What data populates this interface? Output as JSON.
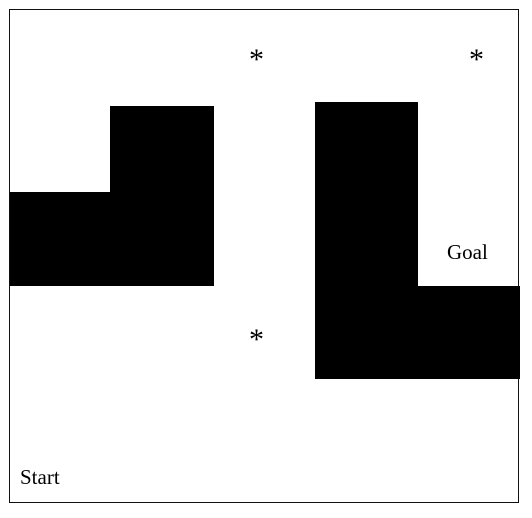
{
  "grid": {
    "cols": 5,
    "rows": 5,
    "colors": {
      "wall": "#000000",
      "free": "#ffffff",
      "border": "#111111"
    },
    "walls": [
      [
        1,
        1
      ],
      [
        0,
        2
      ],
      [
        1,
        2
      ],
      [
        3,
        1
      ],
      [
        3,
        2
      ],
      [
        3,
        3
      ],
      [
        4,
        3
      ]
    ],
    "markers": [
      {
        "label": "*",
        "col": 2,
        "row": 0,
        "icon": "asterisk-icon"
      },
      {
        "label": "*",
        "col": 4,
        "row": 0,
        "icon": "asterisk-icon"
      },
      {
        "label": "*",
        "col": 2,
        "row": 3,
        "icon": "asterisk-icon"
      }
    ],
    "goal": {
      "label": "Goal",
      "col": 4,
      "row": 2
    },
    "start": {
      "label": "Start",
      "col": 0,
      "row": 4
    }
  }
}
